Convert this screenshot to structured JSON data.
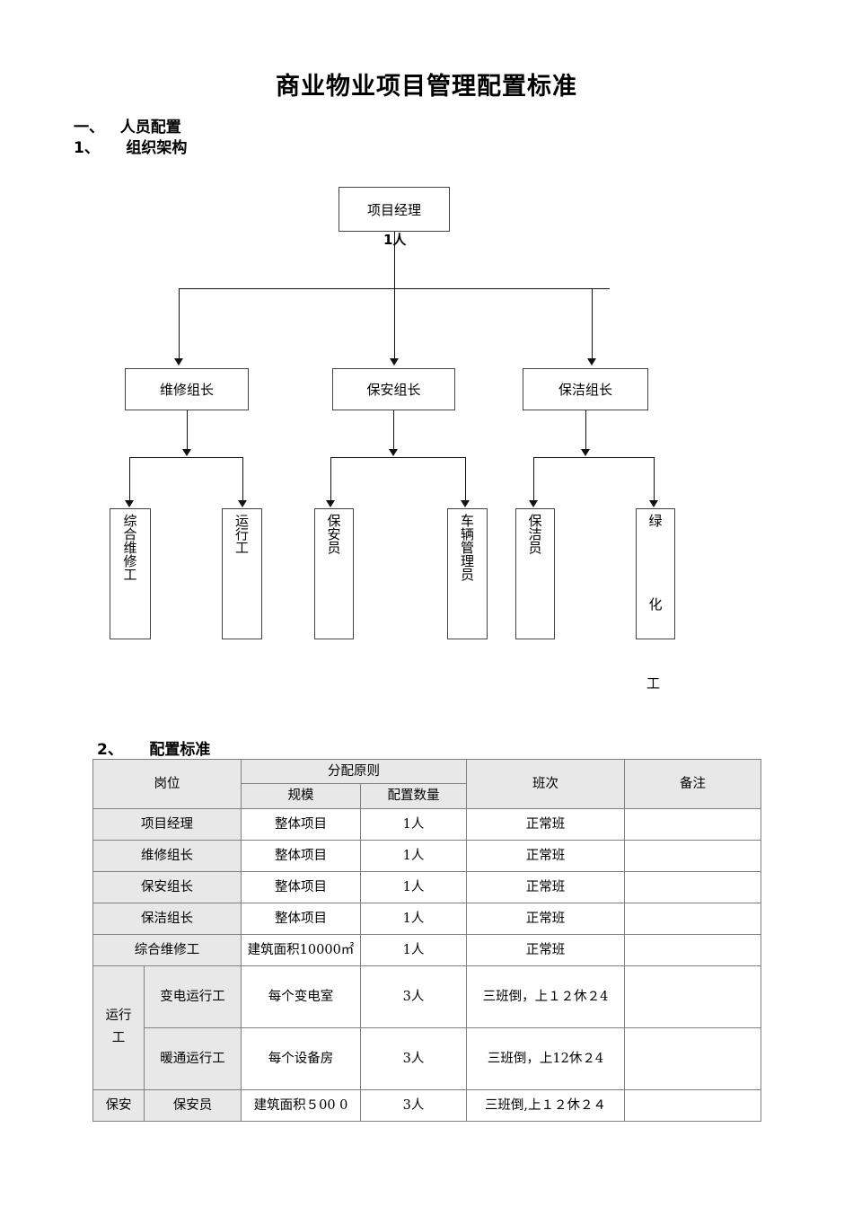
{
  "document": {
    "title": "商业物业项目管理配置标准",
    "section_1": "一、   人员配置",
    "section_1_1": "1、     组织架构",
    "section_1_2": "2、     配置标准"
  },
  "org_chart": {
    "root": {
      "label": "项目经理",
      "count_caption": "1人"
    },
    "level2": [
      {
        "label": "维修组长"
      },
      {
        "label": "保安组长"
      },
      {
        "label": "保洁组长"
      }
    ],
    "level3": [
      {
        "label": "综合维修工",
        "chars": [
          "综",
          "合",
          "维",
          "修",
          "工"
        ]
      },
      {
        "label": "运行工",
        "chars": [
          "运",
          "行",
          "工"
        ]
      },
      {
        "label": "保安员",
        "chars": [
          "保",
          "安",
          "员"
        ]
      },
      {
        "label": "车辆管理员",
        "chars": [
          "车",
          "辆",
          "管",
          "理",
          "员"
        ]
      },
      {
        "label": "保洁员",
        "chars": [
          "保",
          "洁",
          "员"
        ]
      },
      {
        "label": "绿化",
        "chars": [
          "绿",
          "化"
        ]
      }
    ],
    "overflow_char": "工"
  },
  "table": {
    "headers": {
      "position": "岗位",
      "principle": "分配原则",
      "scale": "规模",
      "quantity": "配置数量",
      "shift": "班次",
      "note": "备注"
    },
    "rows": [
      {
        "position": "项目经理",
        "sub": "",
        "scale": "整体项目",
        "quantity": "1人",
        "shift": "正常班",
        "note": ""
      },
      {
        "position": "维修组长",
        "sub": "",
        "scale": "整体项目",
        "quantity": "1人",
        "shift": "正常班",
        "note": ""
      },
      {
        "position": "保安组长",
        "sub": "",
        "scale": "整体项目",
        "quantity": "1人",
        "shift": "正常班",
        "note": ""
      },
      {
        "position": "保洁组长",
        "sub": "",
        "scale": "整体项目",
        "quantity": "1人",
        "shift": "正常班",
        "note": ""
      },
      {
        "position": "综合维修工",
        "sub": "",
        "scale": "建筑面积10000㎡",
        "quantity": "1人",
        "shift": "正常班",
        "note": ""
      },
      {
        "position": "运行工",
        "sub": "变电运行工",
        "scale": "每个变电室",
        "quantity": "3人",
        "shift": "三班倒，上１２休２4",
        "note": ""
      },
      {
        "position": "",
        "sub": "暖通运行工",
        "scale": "每个设备房",
        "quantity": "3人",
        "shift": "三班倒，上12休２4",
        "note": ""
      },
      {
        "position": "保安",
        "sub": "保安员",
        "scale": "建筑面积５00 0",
        "quantity": "3人",
        "shift": "三班倒,上１２休２４",
        "note": ""
      }
    ],
    "group_run_label_chars": [
      "运行",
      "工"
    ],
    "colors": {
      "header_fill": "#e8e8e8",
      "border": "#808080"
    }
  }
}
